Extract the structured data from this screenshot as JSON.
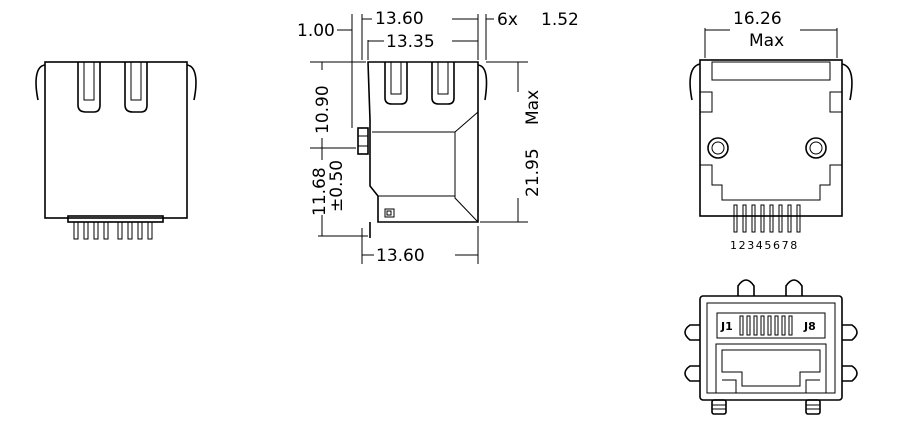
{
  "dimensions": {
    "d_1_00": "1.00",
    "d_13_60_top": "13.60",
    "d_13_35": "13.35",
    "d_6x": "6x",
    "d_1_52": "1.52",
    "d_10_90": "10.90",
    "d_11_68": "11.68",
    "d_pm_0_50": "±0.50",
    "d_21_95": "21.95",
    "d_max_side": "Max",
    "d_13_60_bottom": "13.60",
    "d_16_26": "16.26",
    "d_max_top": "Max"
  },
  "pin_numbers": "12345678",
  "jack_labels": {
    "left": "J1",
    "right": "J8"
  },
  "colors": {
    "line": "#000000",
    "background": "#ffffff"
  }
}
